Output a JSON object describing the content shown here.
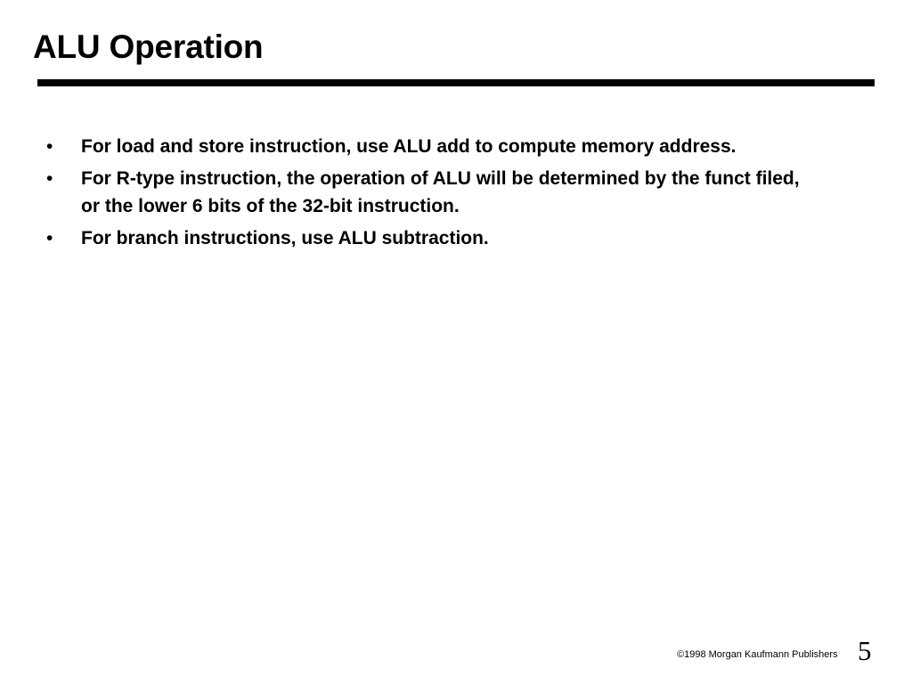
{
  "slide": {
    "title": "ALU Operation",
    "bullets": [
      {
        "marker": "•",
        "text": "For load and store instruction, use ALU add to compute memory address."
      },
      {
        "marker": "•",
        "text": "For R-type instruction, the operation of ALU will be determined by the funct filed, or the lower 6 bits of the 32-bit instruction."
      },
      {
        "marker": "•",
        "text": "For branch instructions, use ALU subtraction."
      }
    ],
    "footer": {
      "copyright": "©1998 Morgan Kaufmann Publishers",
      "page_number": "5"
    }
  }
}
